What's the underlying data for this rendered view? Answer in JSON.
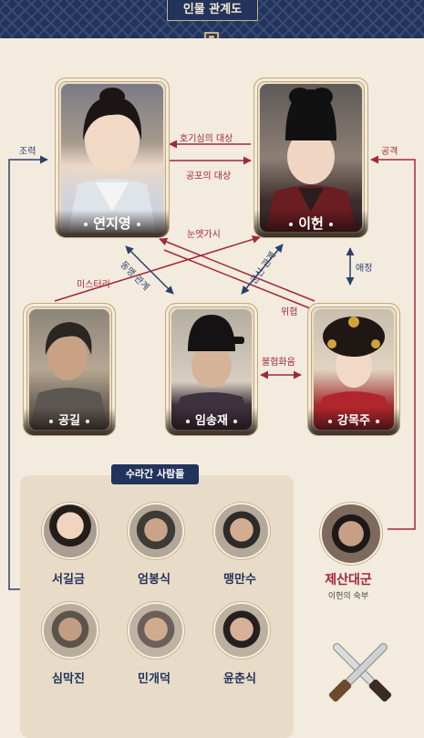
{
  "header": {
    "title": "인물 관계도"
  },
  "characters": {
    "yeon": {
      "name": "연지영"
    },
    "lee": {
      "name": "이헌"
    },
    "gong": {
      "name": "공길"
    },
    "im": {
      "name": "임송재"
    },
    "kang": {
      "name": "강목주"
    }
  },
  "relations": {
    "curiosity": "호기심의 대상",
    "fear": "공포의 대상",
    "eyesore": "눈엣가시",
    "comrade": "동맹 관계",
    "lord_vassal": "군신 관계",
    "mystery": "미스터리",
    "threat": "위협",
    "affection": "애정",
    "discord": "불협화음",
    "cooperation": "조력",
    "attack": "공격"
  },
  "kitchen": {
    "title": "수라간 사람들",
    "members": [
      "서길금",
      "엄봉식",
      "맹만수",
      "심막진",
      "민개덕",
      "윤춘식"
    ]
  },
  "king": {
    "name": "제산대군",
    "subtitle": "이헌의 숙부"
  },
  "colors": {
    "navy": "#22335c",
    "red": "#a2283a",
    "cream": "#f3ebdd"
  }
}
